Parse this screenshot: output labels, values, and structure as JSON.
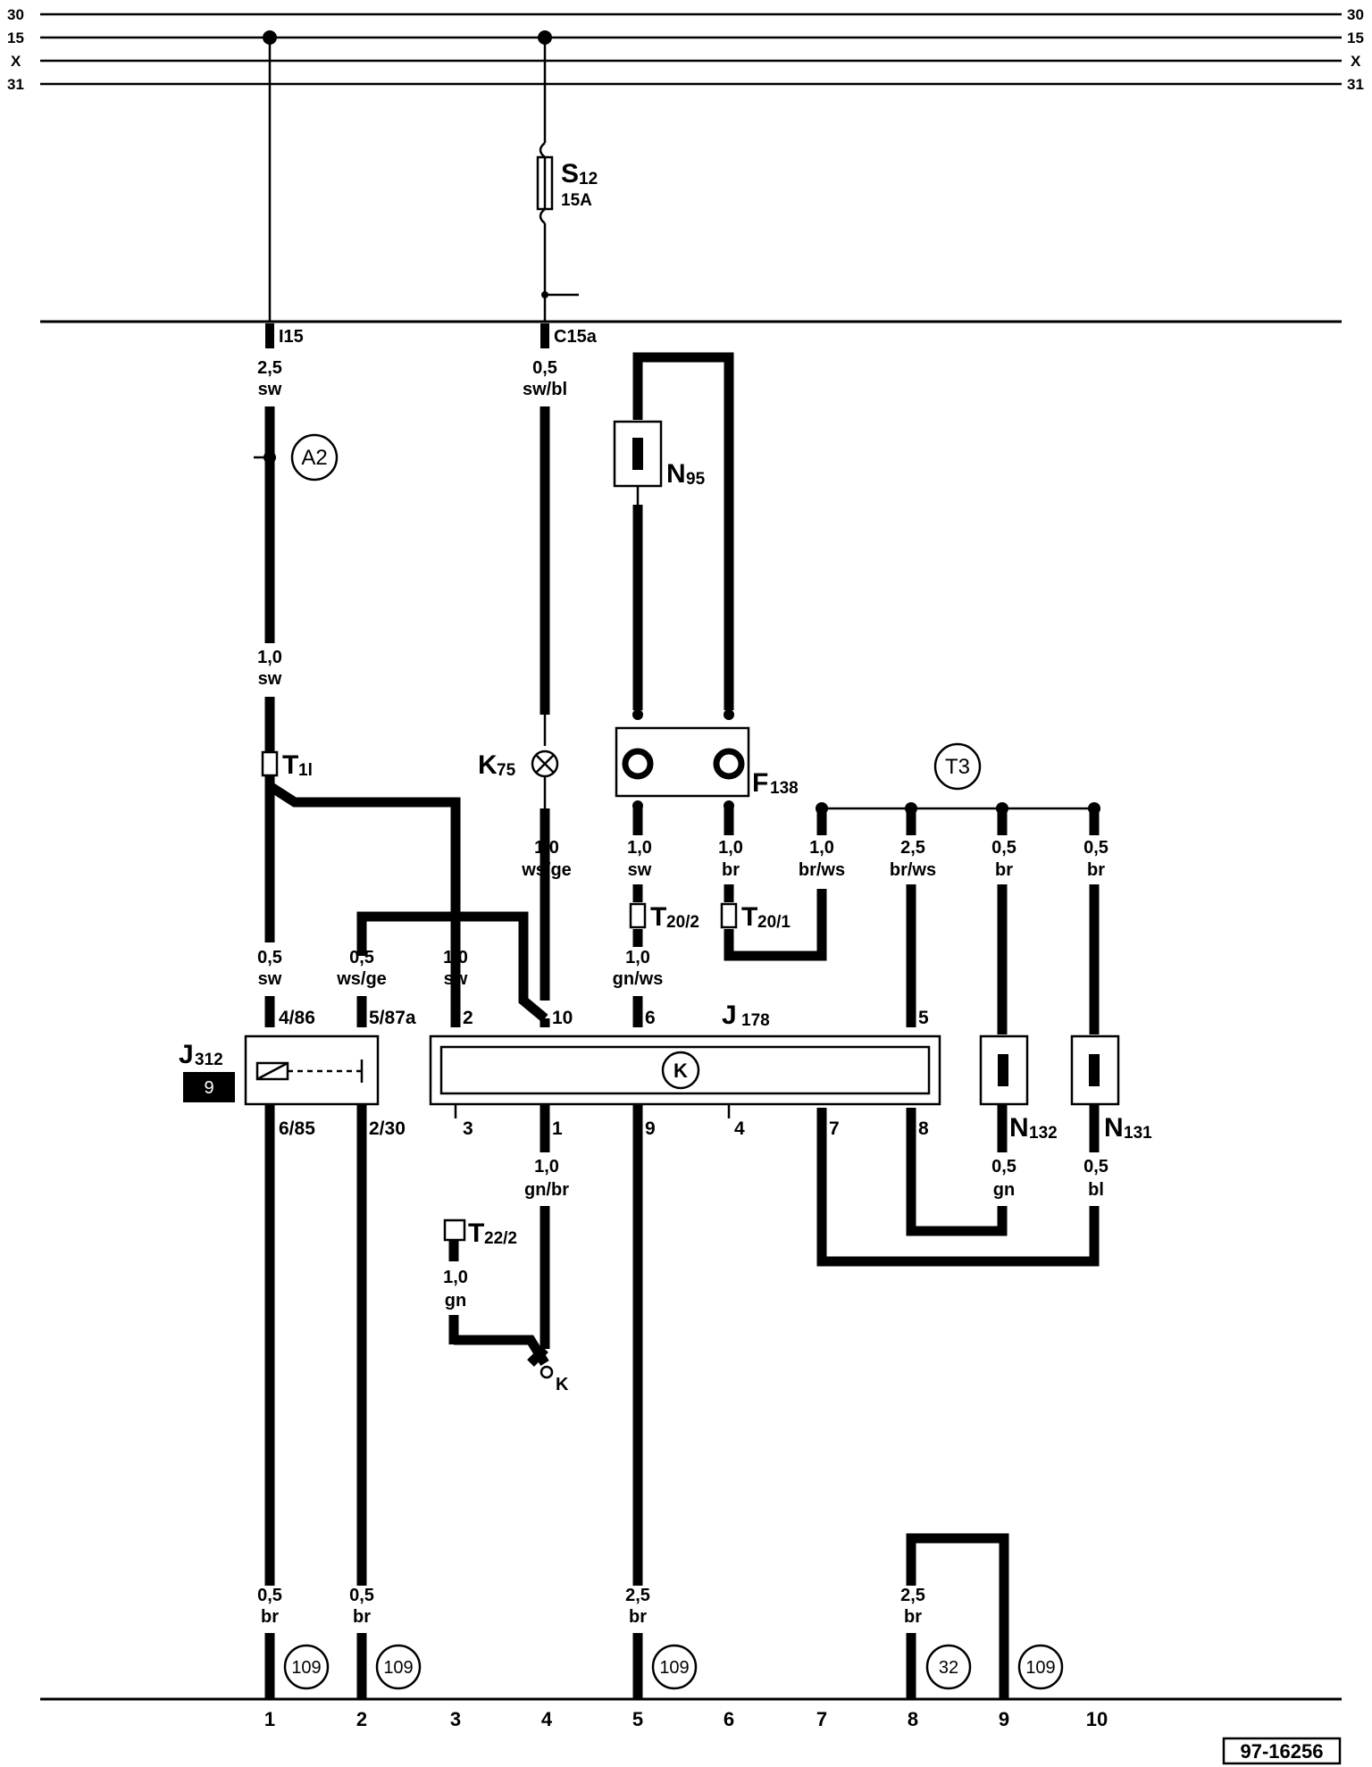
{
  "rails": [
    {
      "id": "30",
      "left": "30",
      "right": "30"
    },
    {
      "id": "15",
      "left": "15",
      "right": "15"
    },
    {
      "id": "x",
      "left": "X",
      "right": "X"
    },
    {
      "id": "31",
      "left": "31",
      "right": "31"
    }
  ],
  "fuse": {
    "name": "S12",
    "letter": "S",
    "sub": "12",
    "rating": "15A"
  },
  "connectors_top": {
    "i15": "I15",
    "c15a": "C15a"
  },
  "wires": {
    "w1_top": {
      "size": "2,5",
      "color": "sw"
    },
    "w4_top": {
      "size": "0,5",
      "color": "sw/bl"
    },
    "w1_mid": {
      "size": "1,0",
      "color": "sw"
    },
    "k75_out": {
      "size": "1,0",
      "color": "ws/ge"
    },
    "f138_a": {
      "size": "1,0",
      "color": "sw"
    },
    "f138_b": {
      "size": "1,0",
      "color": "br"
    },
    "t3_1": {
      "size": "1,0",
      "color": "br/ws"
    },
    "t3_2": {
      "size": "2,5",
      "color": "br/ws"
    },
    "t3_3": {
      "size": "0,5",
      "color": "br"
    },
    "t3_4": {
      "size": "0,5",
      "color": "br"
    },
    "j312_in1": {
      "size": "0,5",
      "color": "sw"
    },
    "j312_in2": {
      "size": "0,5",
      "color": "ws/ge"
    },
    "j178_2": {
      "size": "1,0",
      "color": "sw"
    },
    "j178_6": {
      "size": "1,0",
      "color": "gn/ws"
    },
    "j178_1": {
      "size": "1,0",
      "color": "gn/br"
    },
    "t22": {
      "size": "1,0",
      "color": "gn"
    },
    "n132": {
      "size": "0,5",
      "color": "gn"
    },
    "n131": {
      "size": "0,5",
      "color": "bl"
    },
    "bot1": {
      "size": "0,5",
      "color": "br"
    },
    "bot2": {
      "size": "0,5",
      "color": "br"
    },
    "bot5": {
      "size": "2,5",
      "color": "br"
    },
    "bot8": {
      "size": "2,5",
      "color": "br"
    }
  },
  "components": {
    "a2": "A2",
    "t3": "T3",
    "n95": {
      "letter": "N",
      "sub": "95"
    },
    "k75": {
      "letter": "K",
      "sub": "75"
    },
    "f138": {
      "letter": "F",
      "sub": "138"
    },
    "t1l": {
      "letter": "T",
      "sub": "1l"
    },
    "t20_2": {
      "letter": "T",
      "sub": "20/2"
    },
    "t20_1": {
      "letter": "T",
      "sub": "20/1"
    },
    "j312": {
      "letter": "J",
      "sub": "312",
      "badge": "9"
    },
    "j178": {
      "letter": "J",
      "sub": "178",
      "symbol": "K"
    },
    "n132": {
      "letter": "N",
      "sub": "132"
    },
    "n131": {
      "letter": "N",
      "sub": "131"
    },
    "t22_2": {
      "letter": "T",
      "sub": "22/2"
    },
    "k_point": "K"
  },
  "pins": {
    "j312_4_86": "4/86",
    "j312_5_87a": "5/87a",
    "j312_6_85": "6/85",
    "j312_2_30": "2/30",
    "j178_2": "2",
    "j178_10": "10",
    "j178_6": "6",
    "j178_5": "5",
    "j178_3": "3",
    "j178_1": "1",
    "j178_9": "9",
    "j178_4": "4",
    "j178_7": "7",
    "j178_8": "8"
  },
  "ground_refs": [
    "109",
    "109",
    "109",
    "32",
    "109"
  ],
  "coordinates": [
    "1",
    "2",
    "3",
    "4",
    "5",
    "6",
    "7",
    "8",
    "9",
    "10"
  ],
  "diagram_code": "97-16256"
}
